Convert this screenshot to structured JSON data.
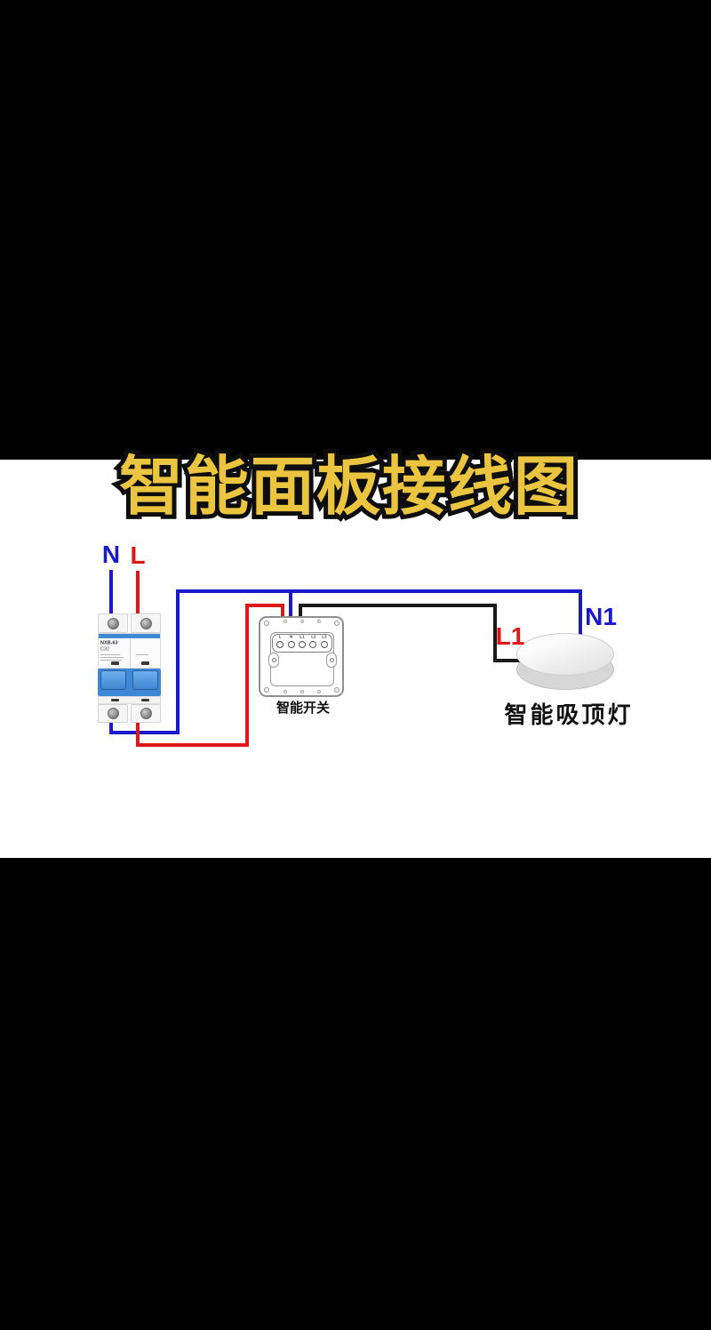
{
  "title": {
    "text": "智能面板接线图"
  },
  "colors": {
    "background": "#000000",
    "panel": "#ffffff",
    "title_gold": "#ecc540",
    "title_outline": "#0d0d0d",
    "wire_neutral_blue": "#1a1acc",
    "wire_live_red": "#e01717",
    "wire_switched_black": "#1a1a1a",
    "breaker_blue": "#3f88d6"
  },
  "wire_labels": {
    "supply_neutral": "N",
    "supply_live": "L",
    "lamp_live": "L1",
    "lamp_neutral": "N1"
  },
  "devices": {
    "breaker": {
      "model": "NXB-63",
      "rating": "C32"
    },
    "switch": {
      "label": "智能开关",
      "terminals": [
        "L",
        "N",
        "L1",
        "L2",
        "L3"
      ]
    },
    "lamp": {
      "label": "智能吸顶灯"
    }
  },
  "connections": [
    {
      "wire": "neutral",
      "color": "blue",
      "path": "N → 断路器 → 智能开关N / 吸顶灯N1"
    },
    {
      "wire": "live",
      "color": "red",
      "path": "L → 断路器 → 智能开关L"
    },
    {
      "wire": "switched-live",
      "color": "black",
      "path": "智能开关L1 → 吸顶灯L1"
    }
  ]
}
